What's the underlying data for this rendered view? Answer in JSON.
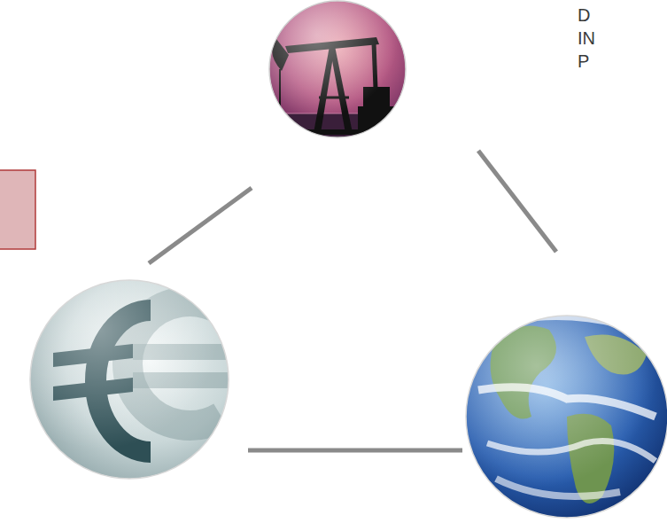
{
  "diagram": {
    "labels": [
      "D",
      "IN",
      "P"
    ]
  }
}
